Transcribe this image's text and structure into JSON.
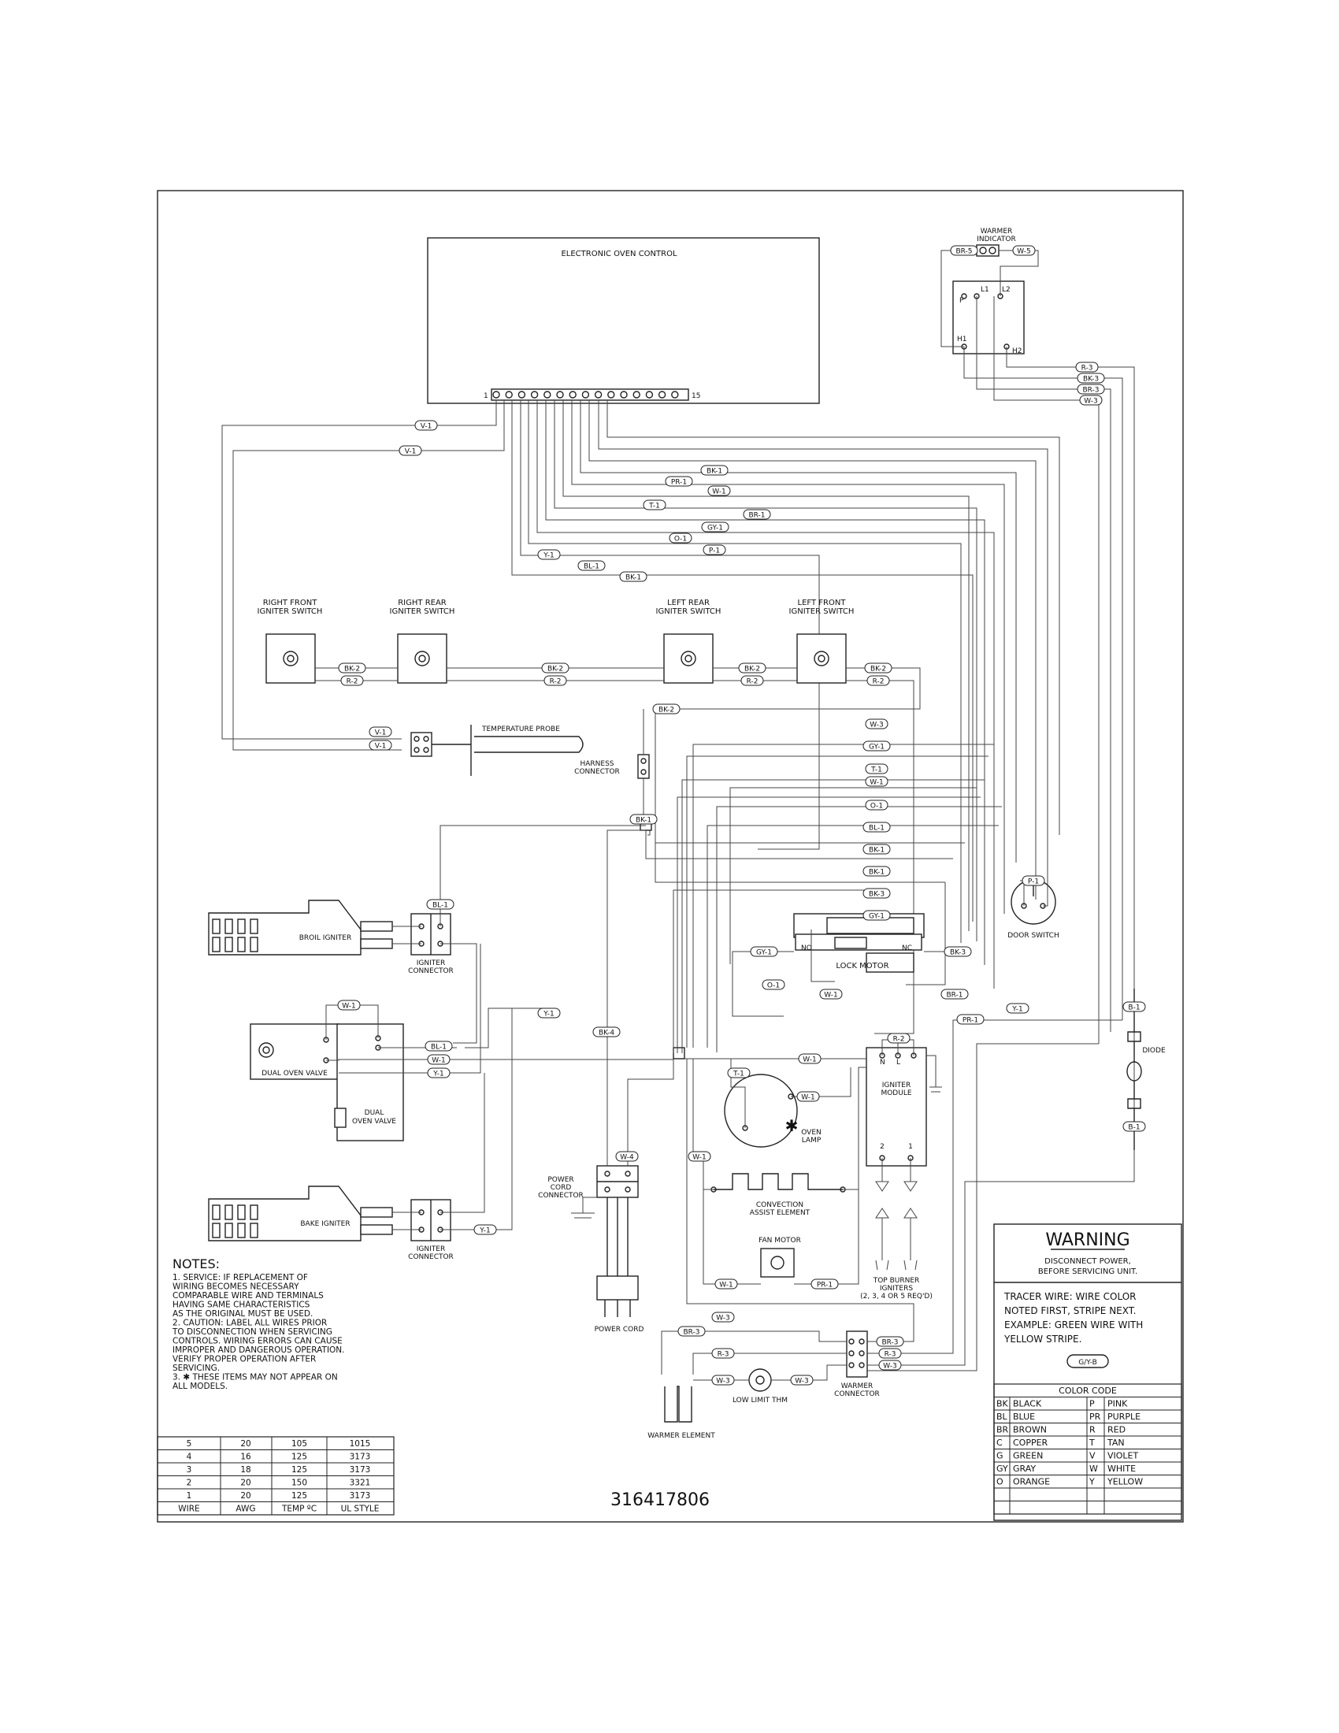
{
  "titles": {
    "eoc": "ELECTRONIC OVEN CONTROL",
    "pin_first": "1",
    "pin_last": "15",
    "warmer_indicator": [
      "WARMER",
      "INDICATOR"
    ],
    "terminals": {
      "p": "P",
      "l1": "L1",
      "l2": "L2",
      "h1": "H1",
      "h2": "H2"
    },
    "rf_switch": [
      "RIGHT FRONT",
      "IGNITER SWITCH"
    ],
    "rr_switch": [
      "RIGHT REAR",
      "IGNITER SWITCH"
    ],
    "lr_switch": [
      "LEFT REAR",
      "IGNITER SWITCH"
    ],
    "lf_switch": [
      "LEFT FRONT",
      "IGNITER SWITCH"
    ],
    "temp_probe": "TEMPERATURE PROBE",
    "harness": [
      "HARNESS",
      "CONNECTOR"
    ],
    "broil_igniter": "BROIL IGNITER",
    "igniter_connector": [
      "IGNITER",
      "CONNECTOR"
    ],
    "dual_valve_a": "DUAL OVEN VALVE",
    "dual_valve_b": [
      "DUAL",
      "OVEN VALVE"
    ],
    "bake_igniter": "BAKE IGNITER",
    "power_cord_connector": [
      "POWER",
      "CORD",
      "CONNECTOR"
    ],
    "power_cord": "POWER CORD",
    "door_switch": "DOOR SWITCH",
    "lock_motor": "LOCK MOTOR",
    "no": "NO",
    "nc": "NC",
    "oven_lamp": [
      "OVEN",
      "LAMP"
    ],
    "asterisk": "✱",
    "igniter_module": [
      "IGNITER",
      "MODULE"
    ],
    "module_n": "N",
    "module_l": "L",
    "module_2": "2",
    "module_1": "1",
    "convection": [
      "CONVECTION",
      "ASSIST ELEMENT"
    ],
    "fan_motor": "FAN MOTOR",
    "top_burner": [
      "TOP BURNER",
      "IGNITERS",
      "(2, 3, 4 OR 5 REQ'D)"
    ],
    "warmer_connector": [
      "WARMER",
      "CONNECTOR"
    ],
    "low_limit": "LOW LIMIT THM",
    "warmer_element": "WARMER ELEMENT",
    "diode": "DIODE",
    "part_number": "316417806"
  },
  "wire_labels": {
    "v1": "V-1",
    "bk1": "BK-1",
    "pr1": "PR-1",
    "w1": "W-1",
    "t1": "T-1",
    "br1": "BR-1",
    "gy1": "GY-1",
    "o1": "O-1",
    "p1": "P-1",
    "y1": "Y-1",
    "bl1": "BL-1",
    "bk2": "BK-2",
    "r2": "R-2",
    "w3": "W-3",
    "bk3": "BK-3",
    "bk4": "BK-4",
    "w4": "W-4",
    "br5": "BR-5",
    "w5": "W-5",
    "r3": "R-3",
    "br3": "BR-3",
    "b1": "B-1"
  },
  "notes": {
    "heading": "NOTES:",
    "lines": [
      "1.  SERVICE:   IF REPLACEMENT OF",
      "     WIRING BECOMES NECESSARY",
      "     COMPARABLE WIRE AND TERMINALS",
      "     HAVING SAME CHARACTERISTICS",
      "     AS THE ORIGINAL MUST BE USED.",
      "2.  CAUTION:   LABEL ALL WIRES PRIOR",
      "     TO DISCONNECTION WHEN SERVICING",
      "     CONTROLS.   WIRING ERRORS CAN CAUSE",
      "     IMPROPER AND DANGEROUS OPERATION.",
      "     VERIFY PROPER OPERATION AFTER",
      "     SERVICING.",
      "3.  ✱ THESE ITEMS MAY NOT APPEAR ON",
      "     ALL MODELS."
    ]
  },
  "wire_table": {
    "headers": [
      "WIRE",
      "AWG",
      "TEMP ºC",
      "UL STYLE"
    ],
    "rows": [
      [
        "5",
        "20",
        "105",
        "1015"
      ],
      [
        "4",
        "16",
        "125",
        "3173"
      ],
      [
        "3",
        "18",
        "125",
        "3173"
      ],
      [
        "2",
        "20",
        "150",
        "3321"
      ],
      [
        "1",
        "20",
        "125",
        "3173"
      ]
    ]
  },
  "warning": {
    "title": "WARNING",
    "sub": [
      "DISCONNECT POWER,",
      "BEFORE SERVICING UNIT."
    ],
    "tracer": [
      "TRACER WIRE:   WIRE COLOR",
      "NOTED FIRST, STRIPE NEXT.",
      "EXAMPLE:   GREEN WIRE WITH",
      "YELLOW STRIPE."
    ],
    "example": "G/Y-B"
  },
  "color_code": {
    "title": "COLOR CODE",
    "rows": [
      [
        "BK",
        "BLACK",
        "P",
        "PINK"
      ],
      [
        "BL",
        "BLUE",
        "PR",
        "PURPLE"
      ],
      [
        "BR",
        "BROWN",
        "R",
        "RED"
      ],
      [
        "C",
        "COPPER",
        "T",
        "TAN"
      ],
      [
        "G",
        "GREEN",
        "V",
        "VIOLET"
      ],
      [
        "GY",
        "GRAY",
        "W",
        "WHITE"
      ],
      [
        "O",
        "ORANGE",
        "Y",
        "YELLOW"
      ]
    ]
  }
}
